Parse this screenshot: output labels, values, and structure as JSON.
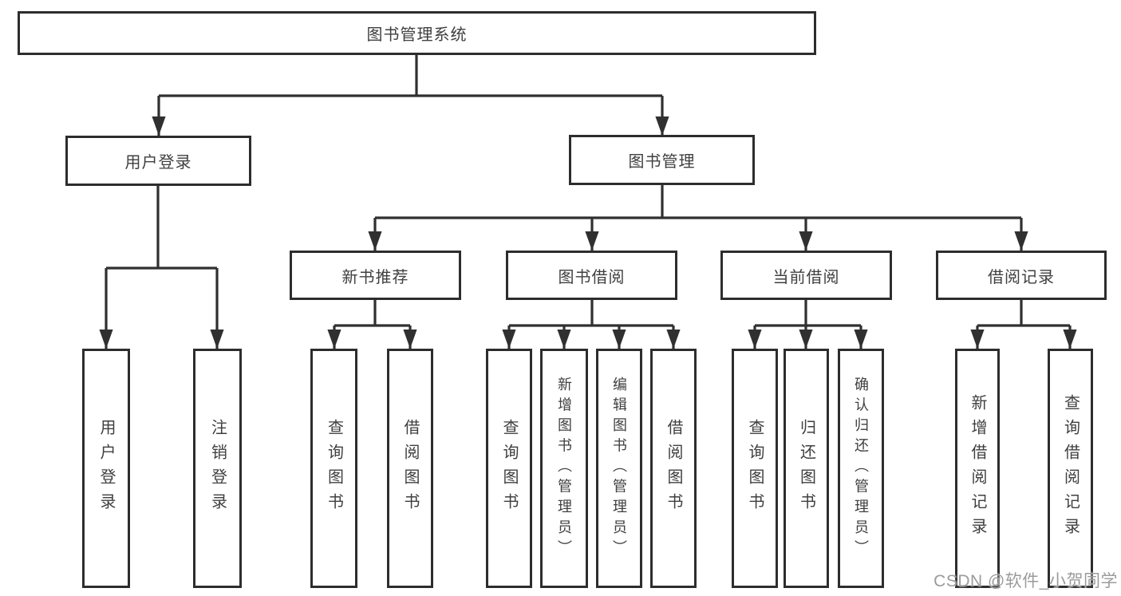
{
  "diagram": {
    "type": "hierarchy-tree",
    "root": {
      "label": "图书管理系统"
    },
    "branches": [
      {
        "label": "用户登录",
        "children": [
          {
            "label": "用户登录"
          },
          {
            "label": "注销登录"
          }
        ]
      },
      {
        "label": "图书管理",
        "children": [
          {
            "label": "新书推荐",
            "children": [
              {
                "label": "查询图书"
              },
              {
                "label": "借阅图书"
              }
            ]
          },
          {
            "label": "图书借阅",
            "children": [
              {
                "label": "查询图书"
              },
              {
                "label": "新增图书（管理员）"
              },
              {
                "label": "编辑图书（管理员）"
              },
              {
                "label": "借阅图书"
              }
            ]
          },
          {
            "label": "当前借阅",
            "children": [
              {
                "label": "查询图书"
              },
              {
                "label": "归还图书"
              },
              {
                "label": "确认归还（管理员）"
              }
            ]
          },
          {
            "label": "借阅记录",
            "children": [
              {
                "label": "新增借阅记录"
              },
              {
                "label": "查询借阅记录"
              }
            ]
          }
        ]
      }
    ]
  },
  "watermark": {
    "text": "CSDN @软件_小贺同学"
  },
  "colors": {
    "background": "#ffffff",
    "box_border": "#2d2d2d",
    "line": "#303030",
    "text": "#3f3f3f",
    "watermark": "#9b9b9b"
  }
}
